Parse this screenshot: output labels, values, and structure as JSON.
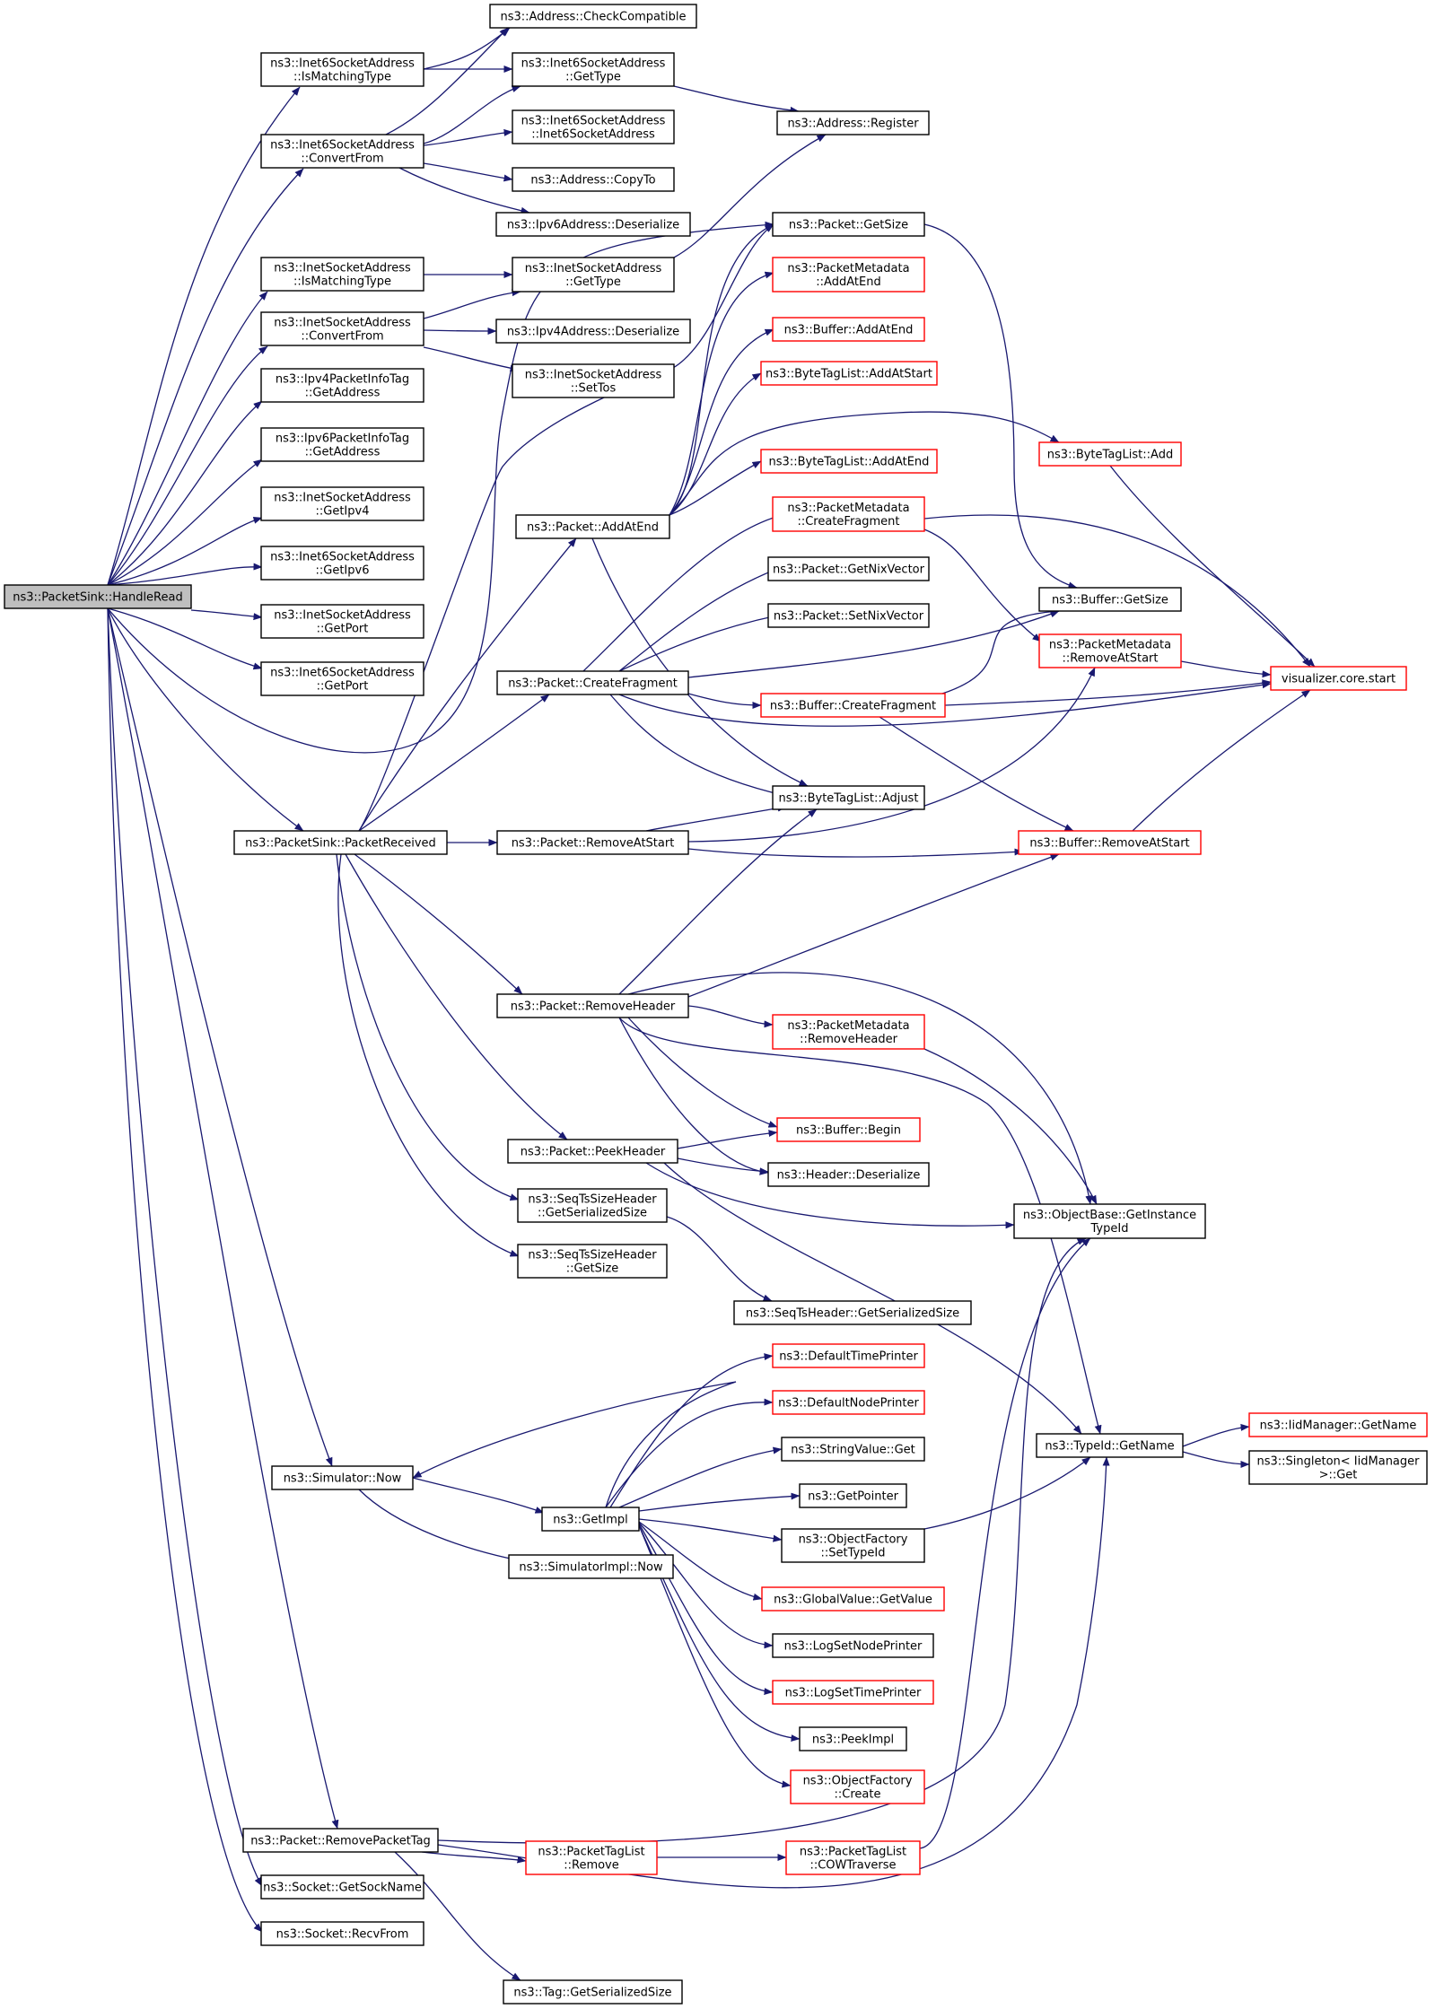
{
  "colors": {
    "edge": "#191970",
    "box_border_default": "#000000",
    "box_border_incomplete": "#ff0000",
    "root_fill": "#bfbfbf",
    "box_fill": "#ffffff"
  },
  "nodes": [
    {
      "id": "handleread",
      "lines": [
        "ns3::PacketSink::HandleRead"
      ],
      "style": "root"
    },
    {
      "id": "checkcompatible",
      "lines": [
        "ns3::Address::CheckCompatible"
      ],
      "style": "black"
    },
    {
      "id": "i6_ismatching",
      "lines": [
        "ns3::Inet6SocketAddress",
        "::IsMatchingType"
      ],
      "style": "black"
    },
    {
      "id": "i6_gettype",
      "lines": [
        "ns3::Inet6SocketAddress",
        "::GetType"
      ],
      "style": "black"
    },
    {
      "id": "addr_register",
      "lines": [
        "ns3::Address::Register"
      ],
      "style": "black"
    },
    {
      "id": "i6_convertfrom",
      "lines": [
        "ns3::Inet6SocketAddress",
        "::ConvertFrom"
      ],
      "style": "black"
    },
    {
      "id": "i6_ctor",
      "lines": [
        "ns3::Inet6SocketAddress",
        "::Inet6SocketAddress"
      ],
      "style": "black"
    },
    {
      "id": "addr_copyto",
      "lines": [
        "ns3::Address::CopyTo"
      ],
      "style": "black"
    },
    {
      "id": "ipv6_deser",
      "lines": [
        "ns3::Ipv6Address::Deserialize"
      ],
      "style": "black"
    },
    {
      "id": "pkt_getsize",
      "lines": [
        "ns3::Packet::GetSize"
      ],
      "style": "black"
    },
    {
      "id": "pm_addatend",
      "lines": [
        "ns3::PacketMetadata",
        "::AddAtEnd"
      ],
      "style": "red"
    },
    {
      "id": "i4_ismatching",
      "lines": [
        "ns3::InetSocketAddress",
        "::IsMatchingType"
      ],
      "style": "black"
    },
    {
      "id": "i4_gettype",
      "lines": [
        "ns3::InetSocketAddress",
        "::GetType"
      ],
      "style": "black"
    },
    {
      "id": "i4_convertfrom",
      "lines": [
        "ns3::InetSocketAddress",
        "::ConvertFrom"
      ],
      "style": "black"
    },
    {
      "id": "ipv4_deser",
      "lines": [
        "ns3::Ipv4Address::Deserialize"
      ],
      "style": "black"
    },
    {
      "id": "buf_addatend",
      "lines": [
        "ns3::Buffer::AddAtEnd"
      ],
      "style": "red"
    },
    {
      "id": "i4_settos",
      "lines": [
        "ns3::InetSocketAddress",
        "::SetTos"
      ],
      "style": "black"
    },
    {
      "id": "btl_addatstart",
      "lines": [
        "ns3::ByteTagList::AddAtStart"
      ],
      "style": "red"
    },
    {
      "id": "ipv4info_getaddr",
      "lines": [
        "ns3::Ipv4PacketInfoTag",
        "::GetAddress"
      ],
      "style": "black"
    },
    {
      "id": "ipv6info_getaddr",
      "lines": [
        "ns3::Ipv6PacketInfoTag",
        "::GetAddress"
      ],
      "style": "black"
    },
    {
      "id": "btl_add",
      "lines": [
        "ns3::ByteTagList::Add"
      ],
      "style": "red"
    },
    {
      "id": "btl_addatend",
      "lines": [
        "ns3::ByteTagList::AddAtEnd"
      ],
      "style": "red"
    },
    {
      "id": "i4_getipv4",
      "lines": [
        "ns3::InetSocketAddress",
        "::GetIpv4"
      ],
      "style": "black"
    },
    {
      "id": "pkt_addatend",
      "lines": [
        "ns3::Packet::AddAtEnd"
      ],
      "style": "black"
    },
    {
      "id": "pm_createfrag",
      "lines": [
        "ns3::PacketMetadata",
        "::CreateFragment"
      ],
      "style": "red"
    },
    {
      "id": "i6_getipv6",
      "lines": [
        "ns3::Inet6SocketAddress",
        "::GetIpv6"
      ],
      "style": "black"
    },
    {
      "id": "pkt_getnix",
      "lines": [
        "ns3::Packet::GetNixVector"
      ],
      "style": "black"
    },
    {
      "id": "buf_getsize",
      "lines": [
        "ns3::Buffer::GetSize"
      ],
      "style": "black"
    },
    {
      "id": "i4_getport",
      "lines": [
        "ns3::InetSocketAddress",
        "::GetPort"
      ],
      "style": "black"
    },
    {
      "id": "pkt_setnix",
      "lines": [
        "ns3::Packet::SetNixVector"
      ],
      "style": "black"
    },
    {
      "id": "pm_removeatstart",
      "lines": [
        "ns3::PacketMetadata",
        "::RemoveAtStart"
      ],
      "style": "red"
    },
    {
      "id": "i6_getport",
      "lines": [
        "ns3::Inet6SocketAddress",
        "::GetPort"
      ],
      "style": "black"
    },
    {
      "id": "vis_start",
      "lines": [
        "visualizer.core.start"
      ],
      "style": "red"
    },
    {
      "id": "pkt_createfrag",
      "lines": [
        "ns3::Packet::CreateFragment"
      ],
      "style": "black"
    },
    {
      "id": "buf_createfrag",
      "lines": [
        "ns3::Buffer::CreateFragment"
      ],
      "style": "red"
    },
    {
      "id": "btl_adjust",
      "lines": [
        "ns3::ByteTagList::Adjust"
      ],
      "style": "black"
    },
    {
      "id": "sink_received",
      "lines": [
        "ns3::PacketSink::PacketReceived"
      ],
      "style": "black"
    },
    {
      "id": "pkt_removeatstart",
      "lines": [
        "ns3::Packet::RemoveAtStart"
      ],
      "style": "black"
    },
    {
      "id": "buf_removeatstart",
      "lines": [
        "ns3::Buffer::RemoveAtStart"
      ],
      "style": "red"
    },
    {
      "id": "pkt_removeheader",
      "lines": [
        "ns3::Packet::RemoveHeader"
      ],
      "style": "black"
    },
    {
      "id": "pm_removeheader",
      "lines": [
        "ns3::PacketMetadata",
        "::RemoveHeader"
      ],
      "style": "red"
    },
    {
      "id": "buf_begin",
      "lines": [
        "ns3::Buffer::Begin"
      ],
      "style": "red"
    },
    {
      "id": "pkt_peekheader",
      "lines": [
        "ns3::Packet::PeekHeader"
      ],
      "style": "black"
    },
    {
      "id": "hdr_deser",
      "lines": [
        "ns3::Header::Deserialize"
      ],
      "style": "black"
    },
    {
      "id": "seqts_getser",
      "lines": [
        "ns3::SeqTsSizeHeader",
        "::GetSerializedSize"
      ],
      "style": "black"
    },
    {
      "id": "ob_getinstance",
      "lines": [
        "ns3::ObjectBase::GetInstance",
        "TypeId"
      ],
      "style": "black"
    },
    {
      "id": "seqts_getsize",
      "lines": [
        "ns3::SeqTsSizeHeader",
        "::GetSize"
      ],
      "style": "black"
    },
    {
      "id": "seqtsh_getser",
      "lines": [
        "ns3::SeqTsHeader::GetSerializedSize"
      ],
      "style": "black"
    },
    {
      "id": "deftimeprinter",
      "lines": [
        "ns3::DefaultTimePrinter"
      ],
      "style": "red"
    },
    {
      "id": "defnodeprinter",
      "lines": [
        "ns3::DefaultNodePrinter"
      ],
      "style": "red"
    },
    {
      "id": "typeid_getname",
      "lines": [
        "ns3::TypeId::GetName"
      ],
      "style": "black"
    },
    {
      "id": "iidmgr_getname",
      "lines": [
        "ns3::IidManager::GetName"
      ],
      "style": "red"
    },
    {
      "id": "singleton_get",
      "lines": [
        "ns3::Singleton< IidManager",
        ">::Get"
      ],
      "style": "black"
    },
    {
      "id": "sim_now",
      "lines": [
        "ns3::Simulator::Now"
      ],
      "style": "black"
    },
    {
      "id": "stringvalue_get",
      "lines": [
        "ns3::StringValue::Get"
      ],
      "style": "black"
    },
    {
      "id": "getpointer",
      "lines": [
        "ns3::GetPointer"
      ],
      "style": "black"
    },
    {
      "id": "getimpl",
      "lines": [
        "ns3::GetImpl"
      ],
      "style": "black"
    },
    {
      "id": "of_settypeid",
      "lines": [
        "ns3::ObjectFactory",
        "::SetTypeId"
      ],
      "style": "black"
    },
    {
      "id": "simimpl_now",
      "lines": [
        "ns3::SimulatorImpl::Now"
      ],
      "style": "black"
    },
    {
      "id": "gv_getvalue",
      "lines": [
        "ns3::GlobalValue::GetValue"
      ],
      "style": "red"
    },
    {
      "id": "logsetnode",
      "lines": [
        "ns3::LogSetNodePrinter"
      ],
      "style": "black"
    },
    {
      "id": "logsettime",
      "lines": [
        "ns3::LogSetTimePrinter"
      ],
      "style": "red"
    },
    {
      "id": "peekimpl",
      "lines": [
        "ns3::PeekImpl"
      ],
      "style": "black"
    },
    {
      "id": "of_create",
      "lines": [
        "ns3::ObjectFactory",
        "::Create"
      ],
      "style": "red"
    },
    {
      "id": "pkt_removetag",
      "lines": [
        "ns3::Packet::RemovePacketTag"
      ],
      "style": "black"
    },
    {
      "id": "ptl_remove",
      "lines": [
        "ns3::PacketTagList",
        "::Remove"
      ],
      "style": "red"
    },
    {
      "id": "ptl_cow",
      "lines": [
        "ns3::PacketTagList",
        "::COWTraverse"
      ],
      "style": "red"
    },
    {
      "id": "sock_getsockname",
      "lines": [
        "ns3::Socket::GetSockName"
      ],
      "style": "black"
    },
    {
      "id": "sock_recvfrom",
      "lines": [
        "ns3::Socket::RecvFrom"
      ],
      "style": "black"
    },
    {
      "id": "tag_getser",
      "lines": [
        "ns3::Tag::GetSerializedSize"
      ],
      "style": "black"
    }
  ]
}
